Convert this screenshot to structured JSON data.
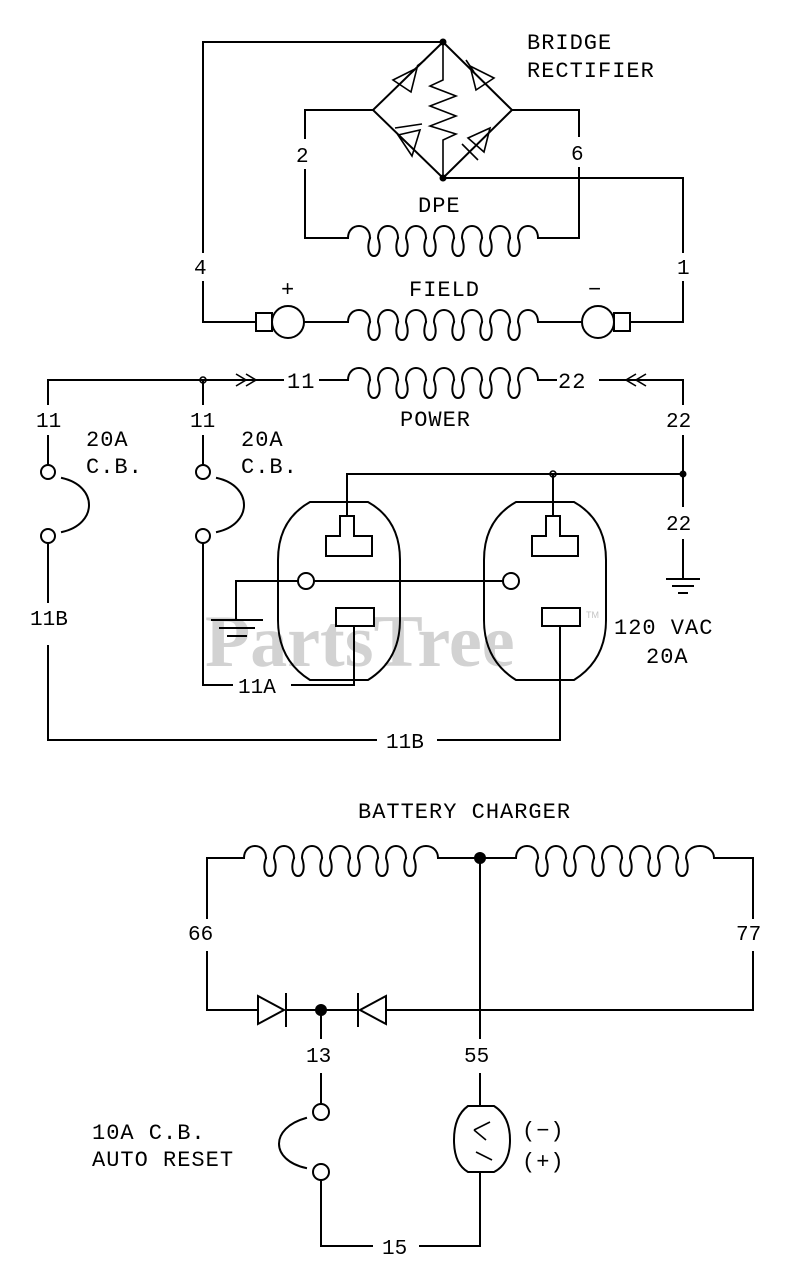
{
  "watermark": {
    "text": "PartsTree",
    "mark": "TM"
  },
  "labels": {
    "bridge_line1": "BRIDGE",
    "bridge_line2": "RECTIFIER",
    "dpe": "DPE",
    "field": "FIELD",
    "field_plus": "+",
    "field_minus": "−",
    "power": "POWER",
    "wire_2": "2",
    "wire_6": "6",
    "wire_4": "4",
    "wire_1": "1",
    "wire_11_top": "11",
    "wire_22_top": "22",
    "wire_11_left": "11",
    "wire_11_mid": "11",
    "wire_22_right": "22",
    "wire_22_lower": "22",
    "cb1_rating": "20A",
    "cb1_type": "C.B.",
    "cb2_rating": "20A",
    "cb2_type": "C.B.",
    "wire_11b_left": "11B",
    "wire_11a": "11A",
    "wire_11b_bottom": "11B",
    "vac_line1": "120 VAC",
    "vac_line2": "20A",
    "battery_charger": "BATTERY CHARGER",
    "wire_66": "66",
    "wire_77": "77",
    "wire_13": "13",
    "wire_55": "55",
    "cb3_line1": "10A C.B.",
    "cb3_line2": "AUTO RESET",
    "polarity_neg": "(−)",
    "polarity_pos": "(+)",
    "wire_15": "15"
  }
}
